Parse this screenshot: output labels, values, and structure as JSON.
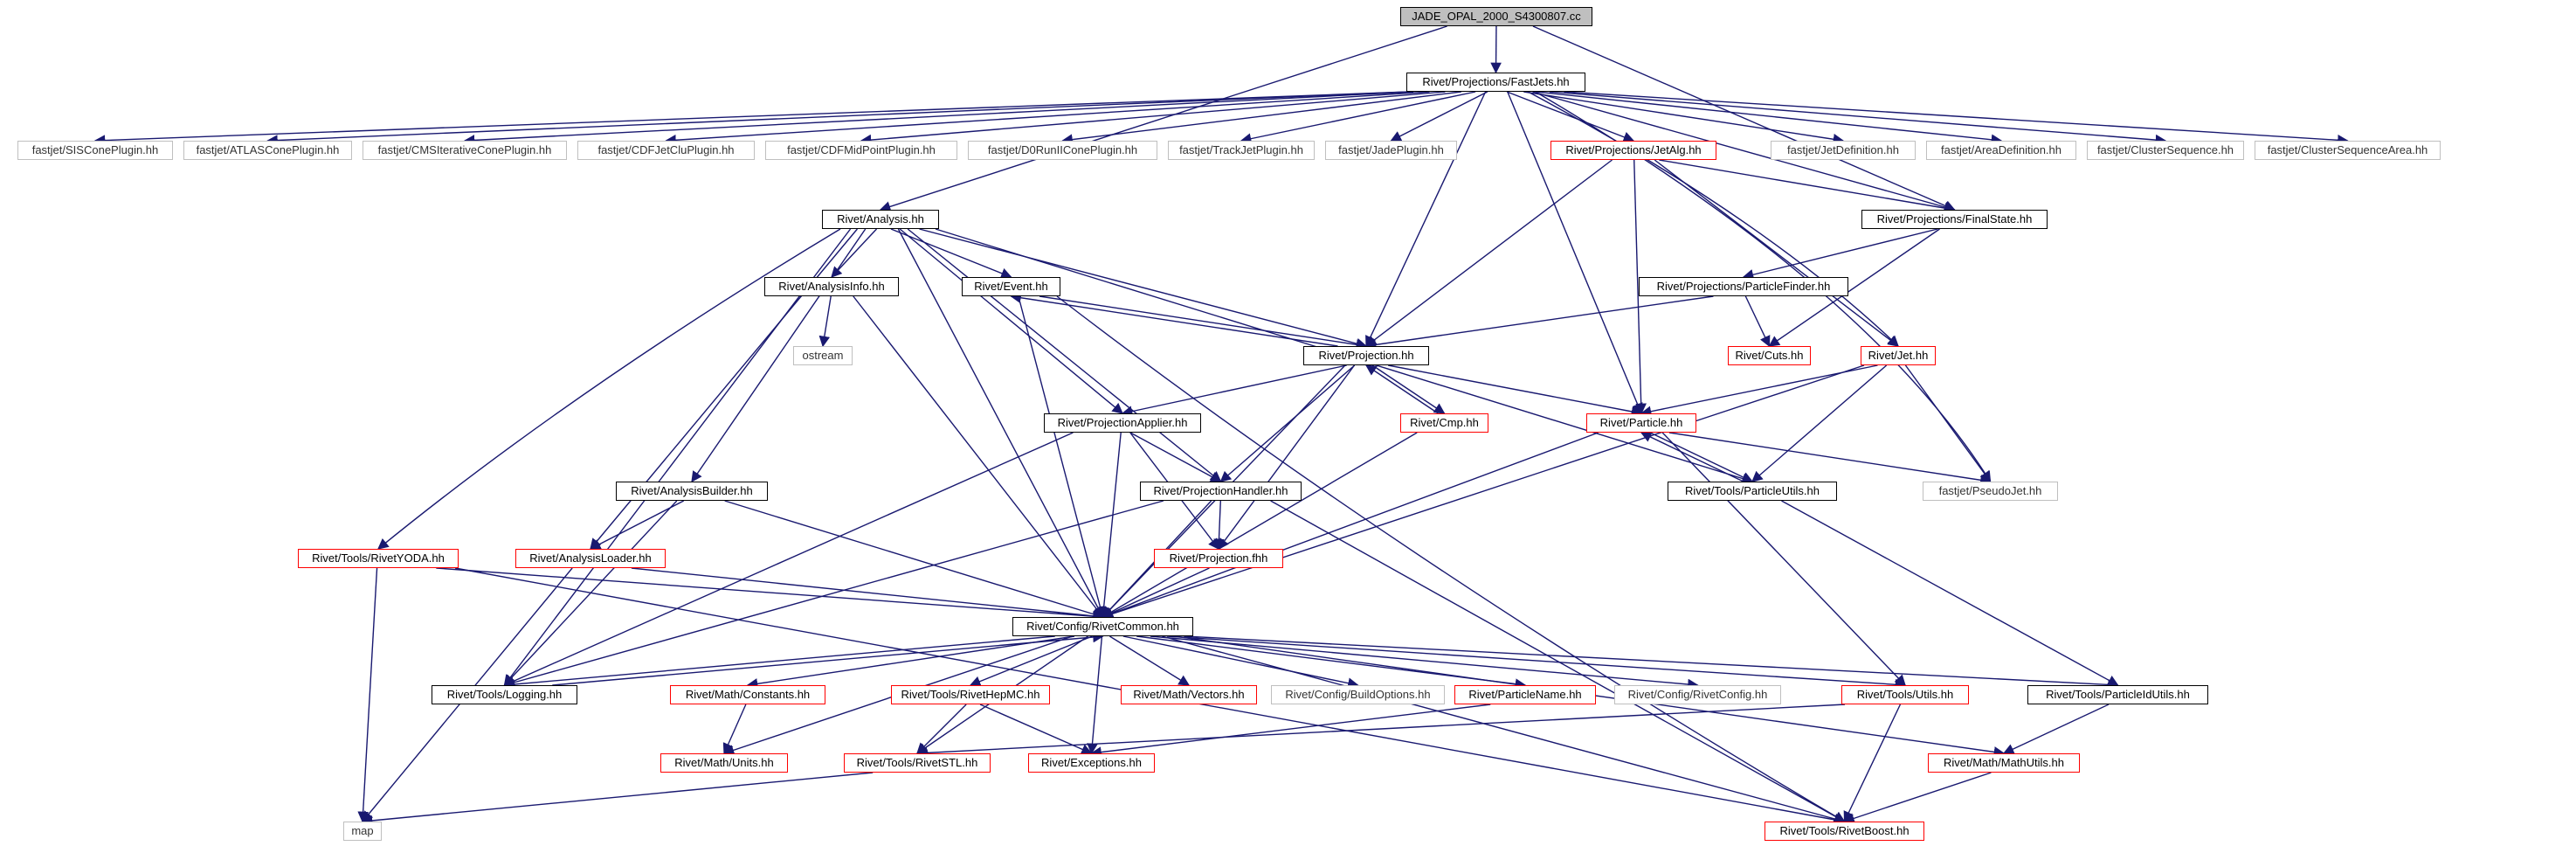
{
  "colors": {
    "edge": "#191970",
    "edge_light": "#d3d3d3",
    "border_black": "#000000",
    "border_gray": "#bfbfbf",
    "border_red": "#ff0000",
    "root_fill": "#bfbfbf"
  },
  "nodes": {
    "root": {
      "label": "JADE_OPAL_2000_S4300807.cc",
      "style": "root"
    },
    "fastjets": {
      "label": "Rivet/Projections/FastJets.hh",
      "style": "black"
    },
    "siscone": {
      "label": "fastjet/SISConePlugin.hh",
      "style": "gray"
    },
    "atlascone": {
      "label": "fastjet/ATLASConePlugin.hh",
      "style": "gray"
    },
    "cmsiter": {
      "label": "fastjet/CMSIterativeConePlugin.hh",
      "style": "gray"
    },
    "cdfjetclu": {
      "label": "fastjet/CDFJetCluPlugin.hh",
      "style": "gray"
    },
    "cdfmid": {
      "label": "fastjet/CDFMidPointPlugin.hh",
      "style": "gray"
    },
    "d0run": {
      "label": "fastjet/D0RunIIConePlugin.hh",
      "style": "gray"
    },
    "trackjet": {
      "label": "fastjet/TrackJetPlugin.hh",
      "style": "gray"
    },
    "jadeplugin": {
      "label": "fastjet/JadePlugin.hh",
      "style": "gray"
    },
    "jetalg": {
      "label": "Rivet/Projections/JetAlg.hh",
      "style": "red"
    },
    "jetdef": {
      "label": "fastjet/JetDefinition.hh",
      "style": "gray"
    },
    "areadef": {
      "label": "fastjet/AreaDefinition.hh",
      "style": "gray"
    },
    "clseq": {
      "label": "fastjet/ClusterSequence.hh",
      "style": "gray"
    },
    "clseqarea": {
      "label": "fastjet/ClusterSequenceArea.hh",
      "style": "gray"
    },
    "analysis": {
      "label": "Rivet/Analysis.hh",
      "style": "black"
    },
    "finalstate": {
      "label": "Rivet/Projections/FinalState.hh",
      "style": "black"
    },
    "analysisinfo": {
      "label": "Rivet/AnalysisInfo.hh",
      "style": "black"
    },
    "event": {
      "label": "Rivet/Event.hh",
      "style": "black"
    },
    "particlefinder": {
      "label": "Rivet/Projections/ParticleFinder.hh",
      "style": "black"
    },
    "ostream": {
      "label": "ostream",
      "style": "gray"
    },
    "projection": {
      "label": "Rivet/Projection.hh",
      "style": "black"
    },
    "cuts": {
      "label": "Rivet/Cuts.hh",
      "style": "red"
    },
    "jet": {
      "label": "Rivet/Jet.hh",
      "style": "red"
    },
    "projapplier": {
      "label": "Rivet/ProjectionApplier.hh",
      "style": "black"
    },
    "cmp": {
      "label": "Rivet/Cmp.hh",
      "style": "red"
    },
    "particle": {
      "label": "Rivet/Particle.hh",
      "style": "red"
    },
    "analysisbuilder": {
      "label": "Rivet/AnalysisBuilder.hh",
      "style": "black"
    },
    "projhandler": {
      "label": "Rivet/ProjectionHandler.hh",
      "style": "black"
    },
    "particleutils": {
      "label": "Rivet/Tools/ParticleUtils.hh",
      "style": "black"
    },
    "pseudojet": {
      "label": "fastjet/PseudoJet.hh",
      "style": "gray"
    },
    "rivetyoda": {
      "label": "Rivet/Tools/RivetYODA.hh",
      "style": "red"
    },
    "analysisloader": {
      "label": "Rivet/AnalysisLoader.hh",
      "style": "red"
    },
    "projfhh": {
      "label": "Rivet/Projection.fhh",
      "style": "red"
    },
    "rivetcommon": {
      "label": "Rivet/Config/RivetCommon.hh",
      "style": "black"
    },
    "logging": {
      "label": "Rivet/Tools/Logging.hh",
      "style": "black"
    },
    "constants": {
      "label": "Rivet/Math/Constants.hh",
      "style": "red"
    },
    "rivethepmc": {
      "label": "Rivet/Tools/RivetHepMC.hh",
      "style": "red"
    },
    "vectors": {
      "label": "Rivet/Math/Vectors.hh",
      "style": "red"
    },
    "buildoptions": {
      "label": "Rivet/Config/BuildOptions.hh",
      "style": "gray"
    },
    "particlename": {
      "label": "Rivet/ParticleName.hh",
      "style": "red"
    },
    "rivetconfig": {
      "label": "Rivet/Config/RivetConfig.hh",
      "style": "gray"
    },
    "utils": {
      "label": "Rivet/Tools/Utils.hh",
      "style": "red"
    },
    "particleidutils": {
      "label": "Rivet/Tools/ParticleIdUtils.hh",
      "style": "black"
    },
    "units": {
      "label": "Rivet/Math/Units.hh",
      "style": "red"
    },
    "rivetstl": {
      "label": "Rivet/Tools/RivetSTL.hh",
      "style": "red"
    },
    "exceptions": {
      "label": "Rivet/Exceptions.hh",
      "style": "red"
    },
    "mathutils": {
      "label": "Rivet/Math/MathUtils.hh",
      "style": "red"
    },
    "map": {
      "label": "map",
      "style": "gray"
    },
    "rivetboost": {
      "label": "Rivet/Tools/RivetBoost.hh",
      "style": "red"
    }
  }
}
